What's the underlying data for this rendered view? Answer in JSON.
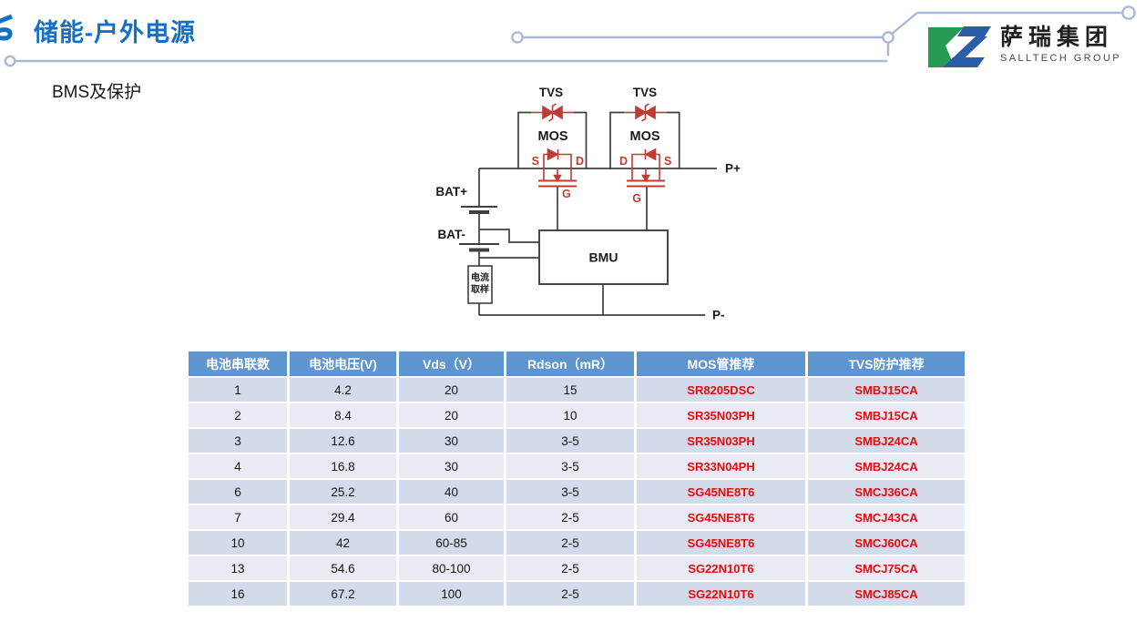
{
  "page": {
    "title": "储能-户外电源",
    "subtitle": "BMS及保护"
  },
  "logo": {
    "name_cn": "萨瑞集团",
    "name_en": "SALLTECH GROUP"
  },
  "colors": {
    "title_blue": "#1470C7",
    "decor_line": "#A9B7D8",
    "logo_green": "#279B56",
    "logo_blue": "#2B5CA8",
    "table_header_bg": "#5D96CE",
    "table_row_odd_bg": "#D3DAE9",
    "table_row_even_bg": "#E9EBF4",
    "accent_red": "#E00E0E",
    "circuit_wire": "#3F3F3F",
    "circuit_component_red": "#C23B33"
  },
  "diagram": {
    "tvs_label": "TVS",
    "mos_label": "MOS",
    "bmu_label": "BMU",
    "bat_plus": "BAT+",
    "bat_minus": "BAT-",
    "p_plus": "P+",
    "p_minus": "P-",
    "s_label": "S",
    "d_label": "D",
    "g_label": "G",
    "sample_line1": "电流",
    "sample_line2": "取样"
  },
  "table": {
    "headers": [
      "电池串联数",
      "电池电压(V)",
      "Vds（V）",
      "Rdson（mR）",
      "MOS管推荐",
      "TVS防护推荐"
    ],
    "rows": [
      [
        "1",
        "4.2",
        "20",
        "15",
        "SR8205DSC",
        "SMBJ15CA"
      ],
      [
        "2",
        "8.4",
        "20",
        "10",
        "SR35N03PH",
        "SMBJ15CA"
      ],
      [
        "3",
        "12.6",
        "30",
        "3-5",
        "SR35N03PH",
        "SMBJ24CA"
      ],
      [
        "4",
        "16.8",
        "30",
        "3-5",
        "SR33N04PH",
        "SMBJ24CA"
      ],
      [
        "6",
        "25.2",
        "40",
        "3-5",
        "SG45NE8T6",
        "SMCJ36CA"
      ],
      [
        "7",
        "29.4",
        "60",
        "2-5",
        "SG45NE8T6",
        "SMCJ43CA"
      ],
      [
        "10",
        "42",
        "60-85",
        "2-5",
        "SG45NE8T6",
        "SMCJ60CA"
      ],
      [
        "13",
        "54.6",
        "80-100",
        "2-5",
        "SG22N10T6",
        "SMCJ75CA"
      ],
      [
        "16",
        "67.2",
        "100",
        "2-5",
        "SG22N10T6",
        "SMCJ85CA"
      ]
    ]
  }
}
